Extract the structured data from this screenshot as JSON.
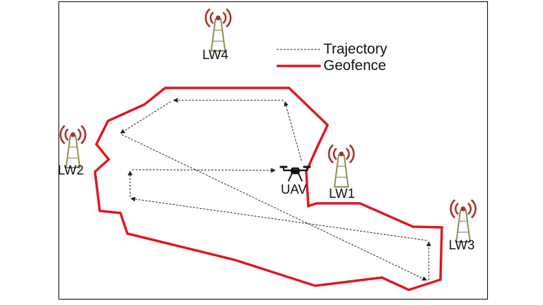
{
  "legend": {
    "trajectory_label": "Trajectory",
    "geofence_label": "Geofence"
  },
  "nodes": {
    "lw1": "LW1",
    "lw2": "LW2",
    "lw3": "LW3",
    "lw4": "LW4",
    "uav": "UAV"
  },
  "colors": {
    "geofence": "#e0161d",
    "trajectory": "#222222",
    "antenna_wave": "#a6322a",
    "tower": "#8c8c55"
  },
  "icons": {
    "antenna": "antenna-tower-icon",
    "drone": "drone-icon"
  }
}
